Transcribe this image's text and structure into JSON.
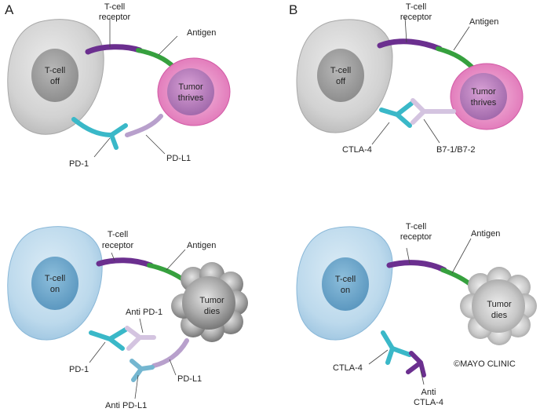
{
  "panels": {
    "a": "A",
    "b": "B"
  },
  "top_left": {
    "cell": [
      "T-cell",
      "off"
    ],
    "receptor": [
      "T-cell",
      "receptor"
    ],
    "antigen": "Antigen",
    "tumor": [
      "Tumor",
      "thrives"
    ],
    "checkpoint": "PD-1",
    "ligand": "PD-L1"
  },
  "top_right": {
    "cell": [
      "T-cell",
      "off"
    ],
    "receptor": [
      "T-cell",
      "receptor"
    ],
    "antigen": "Antigen",
    "tumor": [
      "Tumor",
      "thrives"
    ],
    "checkpoint": "CTLA-4",
    "ligand": "B7-1/B7-2"
  },
  "bottom_left": {
    "cell": [
      "T-cell",
      "on"
    ],
    "receptor": [
      "T-cell",
      "receptor"
    ],
    "antigen": "Antigen",
    "tumor": [
      "Tumor",
      "dies"
    ],
    "anti_checkpoint": "Anti PD-1",
    "checkpoint": "PD-1",
    "ligand": "PD-L1",
    "anti_ligand": "Anti PD-L1"
  },
  "bottom_right": {
    "cell": [
      "T-cell",
      "on"
    ],
    "receptor": [
      "T-cell",
      "receptor"
    ],
    "antigen": "Antigen",
    "tumor": [
      "Tumor",
      "dies"
    ],
    "checkpoint": "CTLA-4",
    "anti_checkpoint": [
      "Anti",
      "CTLA-4"
    ],
    "copyright": "©MAYO CLINIC"
  }
}
